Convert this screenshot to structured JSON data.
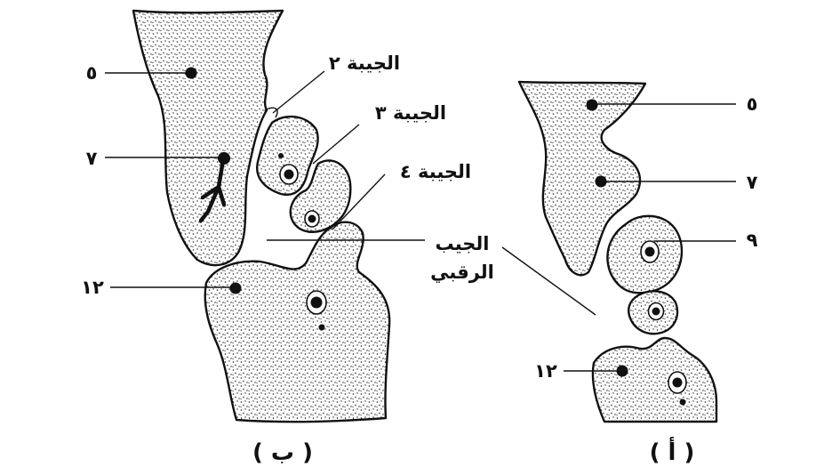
{
  "figure_b": {
    "caption": "( ب )",
    "labels": {
      "n5": "٥",
      "n7": "٧",
      "n12": "١٢",
      "pouch2": "الجيبة ٢",
      "pouch3": "الجيبة ٣",
      "pouch4": "الجيبة ٤",
      "cervical_sinus_line1": "الجيب",
      "cervical_sinus_line2": "الرقبي"
    }
  },
  "figure_a": {
    "caption": "( أ )",
    "labels": {
      "n5": "٥",
      "n7": "٧",
      "n9": "٩",
      "n12": "١٢"
    }
  }
}
